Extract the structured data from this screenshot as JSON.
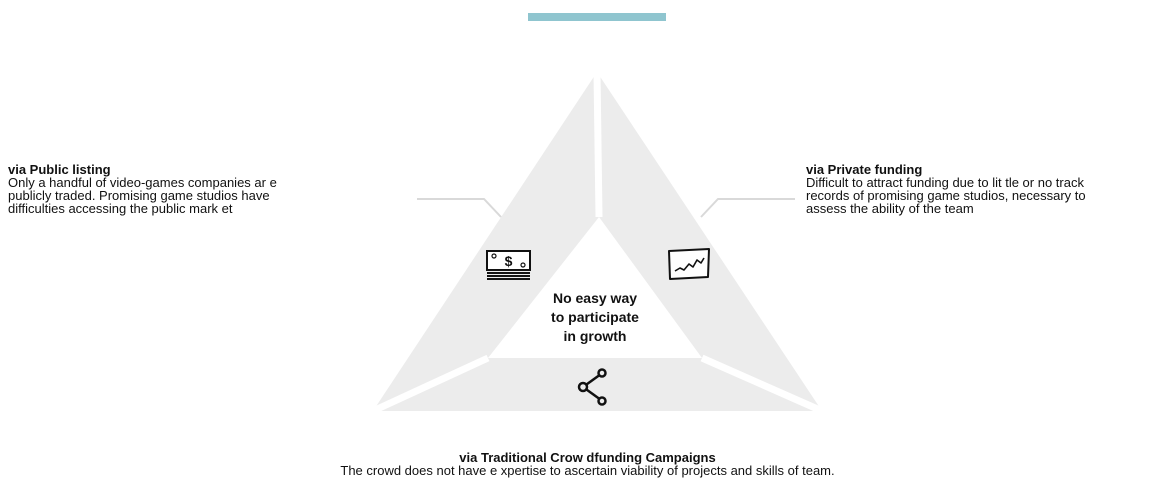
{
  "center": {
    "lines": [
      "No easy way",
      "to participate",
      "in growth"
    ]
  },
  "public_listing": {
    "title": "via Public listing",
    "lines": [
      "Only a handful of video-games companies ar e",
      "publicly traded. Promising game studios have",
      "difficulties accessing the public mark et"
    ],
    "icon": "money-icon"
  },
  "private_funding": {
    "title": "via Private funding",
    "lines": [
      "Difficult to attract funding due to lit tle or no track",
      "records of promising game studios, necessary to",
      "assess the ability of the team"
    ],
    "icon": "chart-icon"
  },
  "crowdfunding": {
    "title": "via Traditional Crow dfunding Campaigns",
    "lines": [
      "The crowd does not have e xpertise to ascertain viability of projects and skills of team."
    ],
    "icon": "share-icon"
  },
  "colors": {
    "accent": "#8fc5cf",
    "triangle": "#ececec",
    "connector": "#d9d9d9"
  }
}
